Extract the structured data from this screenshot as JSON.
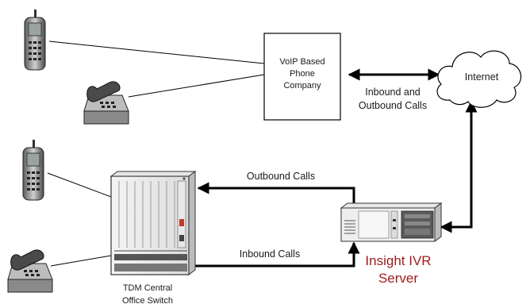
{
  "nodes": {
    "voip": {
      "line1": "VoIP Based",
      "line2": "Phone",
      "line3": "Company"
    },
    "internet": {
      "label": "Internet"
    },
    "tdm": {
      "line1": "TDM Central",
      "line2": "Office Switch"
    },
    "ivr": {
      "line1": "Insight IVR",
      "line2": "Server"
    }
  },
  "edges": {
    "voip_internet": {
      "line1": "Inbound and",
      "line2": "Outbound Calls"
    },
    "outbound": {
      "label": "Outbound Calls"
    },
    "inbound": {
      "label": "Inbound Calls"
    }
  },
  "icons": [
    "mobile-phone-icon",
    "desk-phone-icon",
    "mobile-phone-icon",
    "desk-phone-icon",
    "cloud-icon",
    "switch-rack-icon",
    "server-icon"
  ],
  "colors": {
    "ivr_label": "#9e1b1b",
    "lines": "#000000"
  }
}
